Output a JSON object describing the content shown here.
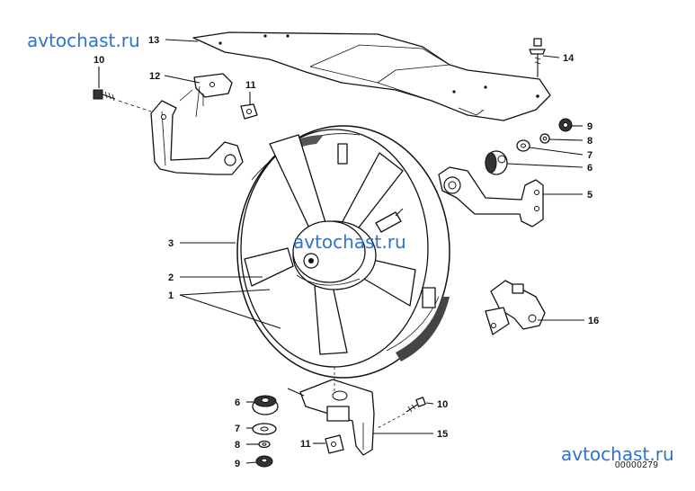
{
  "watermarks": {
    "top_left": "avtochast.ru",
    "center": "avtochast.ru",
    "bottom_right": "avtochast.ru"
  },
  "diagram_code": "00000279",
  "callouts": {
    "c1": "1",
    "c2": "2",
    "c3": "3",
    "c5": "5",
    "c6a": "6",
    "c6b": "6",
    "c7a": "7",
    "c7b": "7",
    "c8a": "8",
    "c8b": "8",
    "c9a": "9",
    "c9b": "9",
    "c10a": "10",
    "c10b": "10",
    "c11a": "11",
    "c11b": "11",
    "c12": "12",
    "c13": "13",
    "c14": "14",
    "c15": "15",
    "c16": "16"
  }
}
